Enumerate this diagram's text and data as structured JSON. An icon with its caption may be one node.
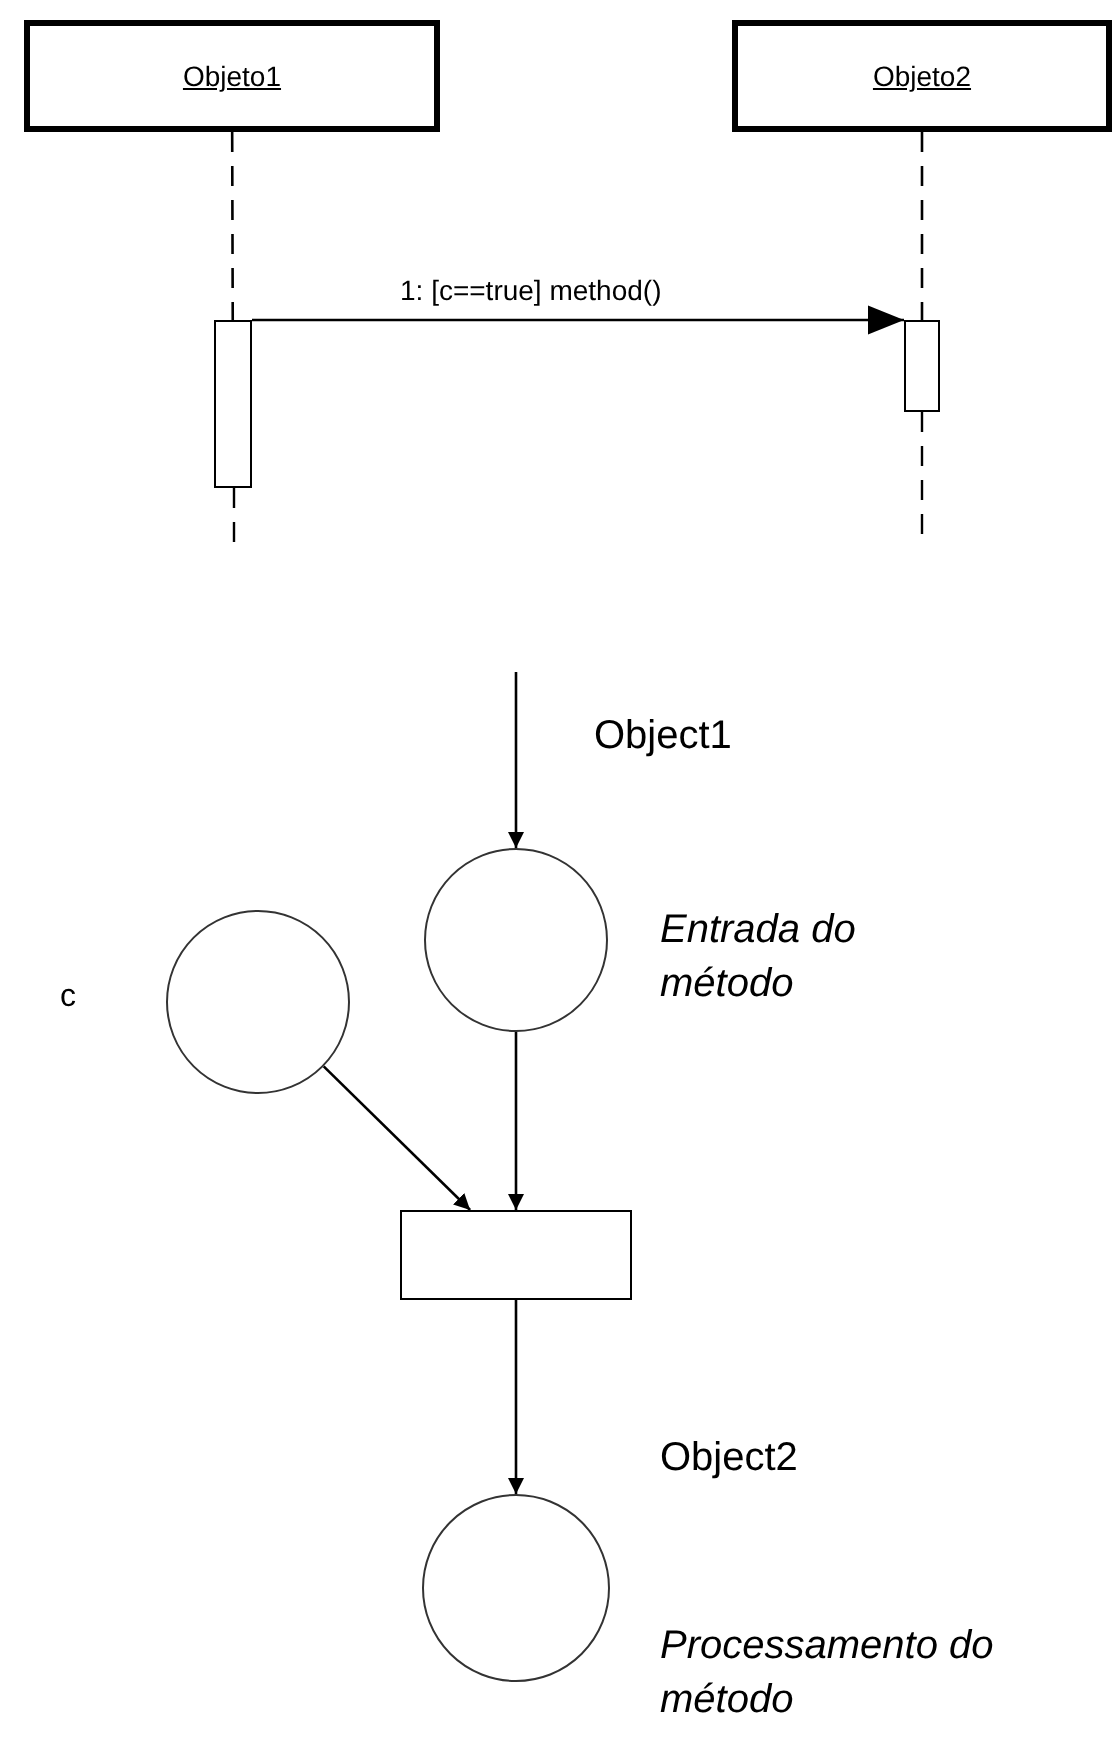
{
  "diagram": {
    "nodes": [
      {
        "text": [
          "Objeto1"
        ]
      },
      {
        "text": [
          "Objeto2"
        ]
      },
      {
        "text": [],
        "shape": "bar"
      },
      {
        "text": [],
        "shape": "bar"
      },
      {
        "text": [],
        "shape": "circle",
        "beside": [
          "Entrada do método"
        ]
      },
      {
        "text": [],
        "shape": "circle",
        "beside": [
          "c"
        ]
      },
      {
        "text": [],
        "shape": "box"
      },
      {
        "text": [],
        "shape": "circle",
        "beside": [
          "Processamento do método"
        ]
      }
    ],
    "edges": [
      {
        "from": 0,
        "to": 2,
        "arrow": "none",
        "style": "dashed"
      },
      {
        "from": 1,
        "to": 3,
        "arrow": "none",
        "style": "dashed"
      },
      {
        "from": 2,
        "to": 3,
        "arrow": "to",
        "label": "1: [c==true] method()"
      },
      {
        "from": null,
        "to": 4,
        "arrow": "to",
        "label": "Object1"
      },
      {
        "from": 5,
        "to": 6,
        "arrow": "to"
      },
      {
        "from": 4,
        "to": 6,
        "arrow": "to"
      },
      {
        "from": 6,
        "to": 7,
        "arrow": "to",
        "label": "Object2"
      }
    ]
  }
}
